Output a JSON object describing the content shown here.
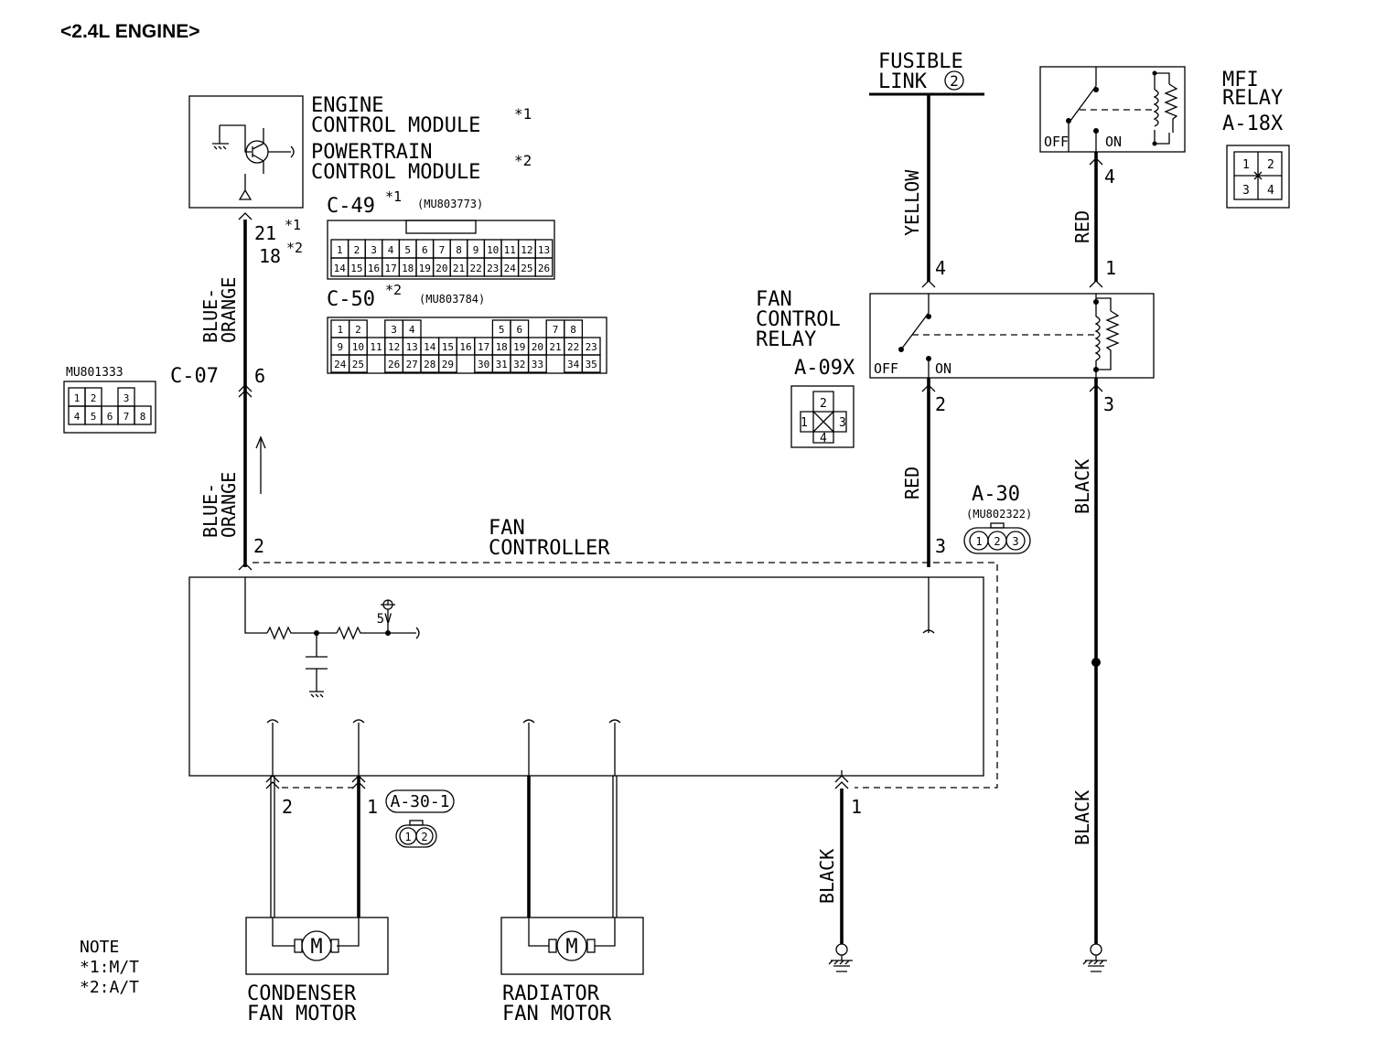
{
  "header": "<2.4L ENGINE>",
  "ecm": {
    "line1": "ENGINE",
    "line2": "CONTROL MODULE",
    "mark1": "*1",
    "line3": "POWERTRAIN",
    "line4": "CONTROL MODULE",
    "mark2": "*2",
    "pin1": "21",
    "pin1_mark": "*1",
    "pin2": "18",
    "pin2_mark": "*2"
  },
  "conn_c49": {
    "name": "C-49",
    "mark": "*1",
    "part": "(MU803773)",
    "row1": [
      "1",
      "2",
      "3",
      "4",
      "5",
      "6",
      "7",
      "8",
      "9",
      "10",
      "11",
      "12",
      "13"
    ],
    "row2": [
      "14",
      "15",
      "16",
      "17",
      "18",
      "19",
      "20",
      "21",
      "22",
      "23",
      "24",
      "25",
      "26"
    ]
  },
  "conn_c50": {
    "name": "C-50",
    "mark": "*2",
    "part": "(MU803784)",
    "row1": [
      "1",
      "2",
      "",
      "3",
      "4",
      "",
      "",
      "",
      "",
      "5",
      "6",
      "",
      "7",
      "8"
    ],
    "row2": [
      "9",
      "10",
      "11",
      "12",
      "13",
      "14",
      "15",
      "16",
      "17",
      "18",
      "19",
      "20",
      "21",
      "22",
      "23"
    ],
    "row3": [
      "24",
      "25",
      "",
      "26",
      "27",
      "28",
      "29",
      "",
      "30",
      "31",
      "32",
      "33",
      "",
      "34",
      "35"
    ]
  },
  "conn_c07": {
    "part": "MU801333",
    "name": "C-07",
    "pin": "6",
    "row1": [
      "1",
      "2",
      "",
      "3"
    ],
    "row2": [
      "4",
      "5",
      "6",
      "7",
      "8"
    ]
  },
  "wires": {
    "blue_orange_top": "BLUE-\nORANGE",
    "blue_orange_bottom": "BLUE-\nORANGE",
    "yellow": "YELLOW",
    "red_fcr": "RED",
    "red_mfi": "RED",
    "black_fcr": "BLACK",
    "black_lower": "BLACK",
    "black_fc": "BLACK"
  },
  "fusible": {
    "line1": "FUSIBLE",
    "line2": "LINK",
    "num": "2"
  },
  "mfi_relay": {
    "line1": "MFI",
    "line2": "RELAY",
    "code": "A-18X",
    "off": "OFF",
    "on": "ON",
    "pin_out": "4",
    "grid": [
      "1",
      "2",
      "3",
      "4"
    ]
  },
  "fan_relay": {
    "line1": "FAN",
    "line2": "CONTROL",
    "line3": "RELAY",
    "code": "A-09X",
    "off": "OFF",
    "on": "ON",
    "pin_in": "4",
    "pin_coil": "1",
    "pin_out": "2",
    "pin_gnd": "3",
    "grid": [
      "2",
      "1",
      "3",
      "4"
    ]
  },
  "fan_controller": {
    "line1": "FAN",
    "line2": "CONTROLLER",
    "pin_in": "2",
    "pin_pwr": "3",
    "pin_gnd": "1",
    "v5": "5V"
  },
  "conn_a30": {
    "name": "A-30",
    "part": "(MU802322)",
    "pins": [
      "1",
      "2",
      "3"
    ]
  },
  "conn_a301": {
    "name": "A-30-1",
    "pins": [
      "1",
      "2"
    ],
    "pin_a": "2",
    "pin_b": "1"
  },
  "motors": {
    "condenser_line1": "CONDENSER",
    "condenser_line2": "FAN MOTOR",
    "radiator_line1": "RADIATOR",
    "radiator_line2": "FAN MOTOR",
    "symbol": "M"
  },
  "note": {
    "title": "NOTE",
    "n1": "*1:M/T",
    "n2": "*2:A/T"
  }
}
